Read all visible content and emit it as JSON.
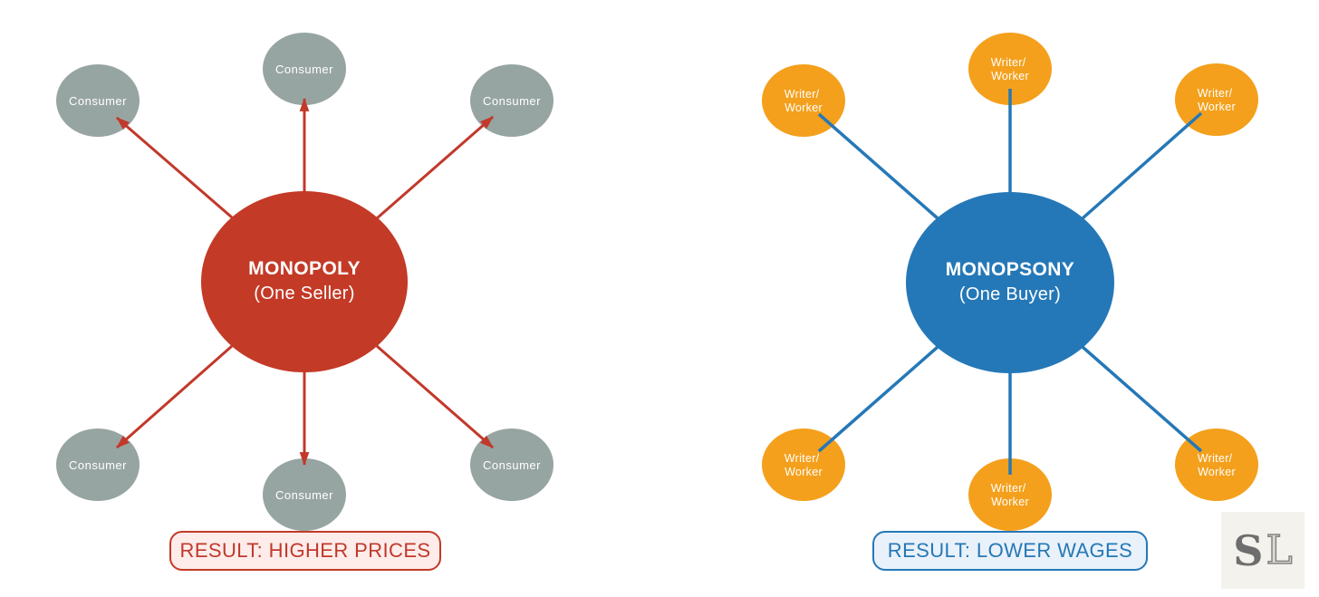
{
  "canvas": {
    "background": "#ffffff"
  },
  "diagrams": [
    {
      "name": "monopoly",
      "center": {
        "title": "MONOPOLY",
        "subtitle": "(One Seller)",
        "color": "#c33a27",
        "text_color": "#ffffff"
      },
      "connectors": {
        "color": "#c2382a",
        "arrowheads": true
      },
      "satellite_color": "#97a5a2",
      "satellites": [
        {
          "label": "Consumer"
        },
        {
          "label": "Consumer"
        },
        {
          "label": "Consumer"
        },
        {
          "label": "Consumer"
        },
        {
          "label": "Consumer"
        },
        {
          "label": "Consumer"
        }
      ],
      "result": {
        "text": "RESULT: HIGHER PRICES",
        "text_color": "#c0392b",
        "background": "#fdecea",
        "border_color": "#c33a27"
      }
    },
    {
      "name": "monopsony",
      "center": {
        "title": "MONOPSONY",
        "subtitle": "(One Buyer)",
        "color": "#2578b7",
        "text_color": "#ffffff"
      },
      "connectors": {
        "color": "#2578b7",
        "arrowheads": false
      },
      "satellite_color": "#f4a01c",
      "satellites": [
        {
          "line1": "Writer/",
          "line2": "Worker"
        },
        {
          "line1": "Writer/",
          "line2": "Worker"
        },
        {
          "line1": "Writer/",
          "line2": "Worker"
        },
        {
          "line1": "Writer/",
          "line2": "Worker"
        },
        {
          "line1": "Writer/",
          "line2": "Worker"
        },
        {
          "line1": "Writer/",
          "line2": "Worker"
        }
      ],
      "result": {
        "text": "RESULT: LOWER WAGES",
        "text_color": "#2578b5",
        "background": "#e9f1fa",
        "border_color": "#2578b7"
      }
    }
  ],
  "logo": {
    "first_letter": "S",
    "second_letter": "L",
    "background": "#f4f2ec",
    "letter_color": "#6e6e6e"
  }
}
